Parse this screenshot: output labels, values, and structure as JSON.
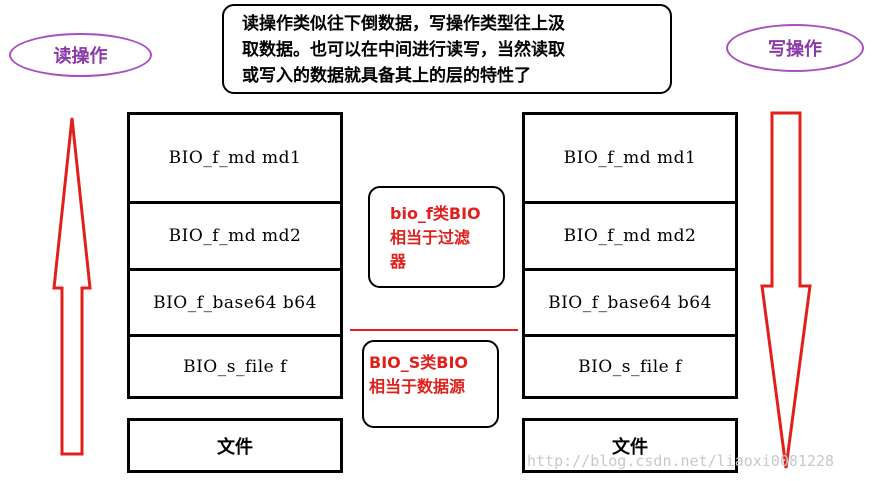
{
  "left_label": "读操作",
  "right_label": "写操作",
  "note_lines": [
    "读操作类似往下倒数据，写操作类型往上汲",
    "取数据。也可以在中间进行读写，当然读取",
    "或写入的数据就具备其上的层的特性了"
  ],
  "left_stack": [
    "BIO_f_md md1",
    "BIO_f_md md2",
    "BIO_f_base64 b64",
    "BIO_s_file f"
  ],
  "right_stack": [
    "BIO_f_md md1",
    "BIO_f_md md2",
    "BIO_f_base64 b64",
    "BIO_s_file f"
  ],
  "left_file": "文件",
  "right_file": "文件",
  "filter_note": [
    "bio_f类BIO",
    "相当于过滤",
    "器"
  ],
  "source_note": [
    "BIO_S类BIO",
    "相当于数据源"
  ],
  "watermark": "http://blog.csdn.net/liaoxi0081228",
  "colors": {
    "ellipse_border": "#a94ec0",
    "arrow": "#e0201c",
    "red_text": "#e0201c"
  }
}
